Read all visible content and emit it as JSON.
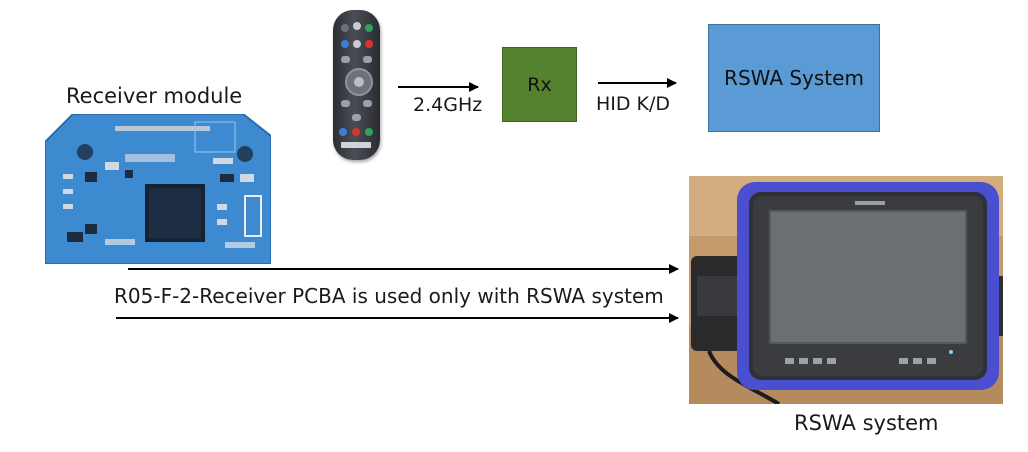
{
  "labels": {
    "receiver_module": "Receiver module",
    "wireless_link": "2.4GHz",
    "rx_box": "Rx",
    "hid_link": "HID K/D",
    "system_box": "RSWA System",
    "caption": "R05-F-2-Receiver PCBA is used only with RSWA system",
    "photo_caption": "RSWA system"
  },
  "colors": {
    "rx_box": "#54822f",
    "system_box": "#5b9bd5",
    "pcb": "#3d8ad1",
    "arrow": "#000000"
  }
}
